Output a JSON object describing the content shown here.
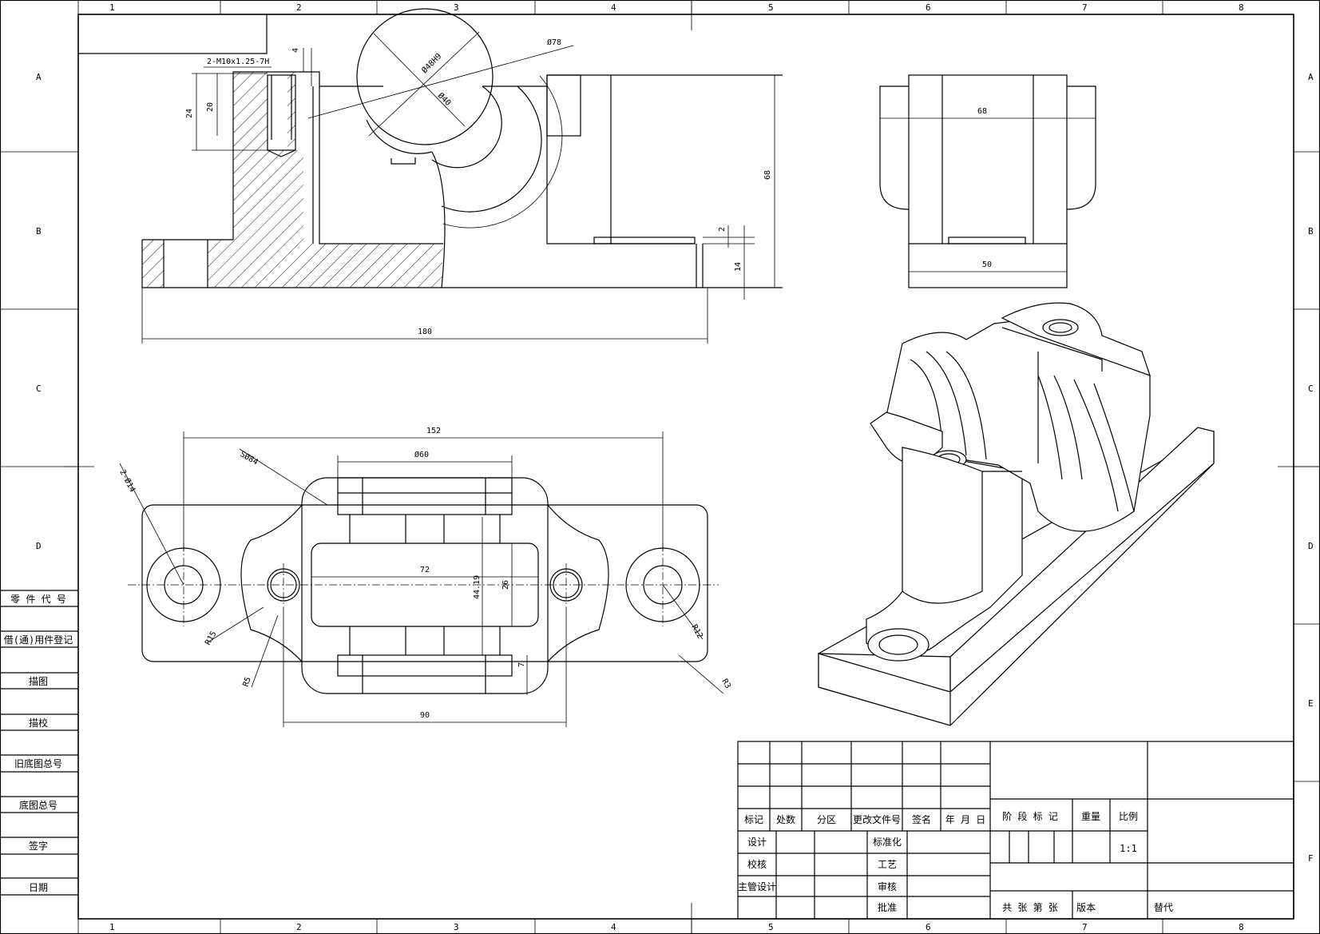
{
  "zones": {
    "columns": [
      "1",
      "2",
      "3",
      "4",
      "5",
      "6",
      "7",
      "8"
    ],
    "rows_left": [
      "A",
      "B",
      "C",
      "D"
    ],
    "rows_right": [
      "A",
      "B",
      "C",
      "D",
      "E",
      "F"
    ]
  },
  "front_view": {
    "thread_note": "2-M10x1.25-7H",
    "dim_4": "4",
    "dim_24": "24",
    "dim_20": "20",
    "dia_48": "Ø48H9",
    "dia_40": "Ø40",
    "dia_78": "Ø78",
    "dim_68": "68",
    "dim_2": "2",
    "dim_14": "14",
    "dim_180": "180"
  },
  "side_view": {
    "dim_68": "68",
    "dim_50": "50"
  },
  "top_view": {
    "dim_152": "152",
    "sphere": "SØ84",
    "holes": "2-Ø14",
    "dia_60": "Ø60",
    "dim_72": "72",
    "dim_44": "44.19",
    "dim_26": "26",
    "dim_7": "7",
    "r15": "R15",
    "r5": "R5",
    "r12": "R12",
    "r3": "R3",
    "dim_90": "90"
  },
  "left_table": {
    "rows": [
      "零 件 代 号",
      "借(通)用件登记",
      "描图",
      "描校",
      "旧底图总号",
      "底图总号",
      "签字",
      "日期"
    ]
  },
  "title_block": {
    "h_mark": "标记",
    "h_count": "处数",
    "h_zone": "分区",
    "h_doc": "更改文件号",
    "h_sign": "签名",
    "h_date": "年 月 日",
    "stage": "阶 段 标 记",
    "weight": "重量",
    "scale_label": "比例",
    "scale_value": "1:1",
    "design": "设计",
    "check": "校核",
    "chief": "主管设计",
    "std": "标准化",
    "process": "工艺",
    "review": "审核",
    "approve": "批准",
    "sheets": "共 张 第 张",
    "version": "版本",
    "replace": "替代"
  }
}
